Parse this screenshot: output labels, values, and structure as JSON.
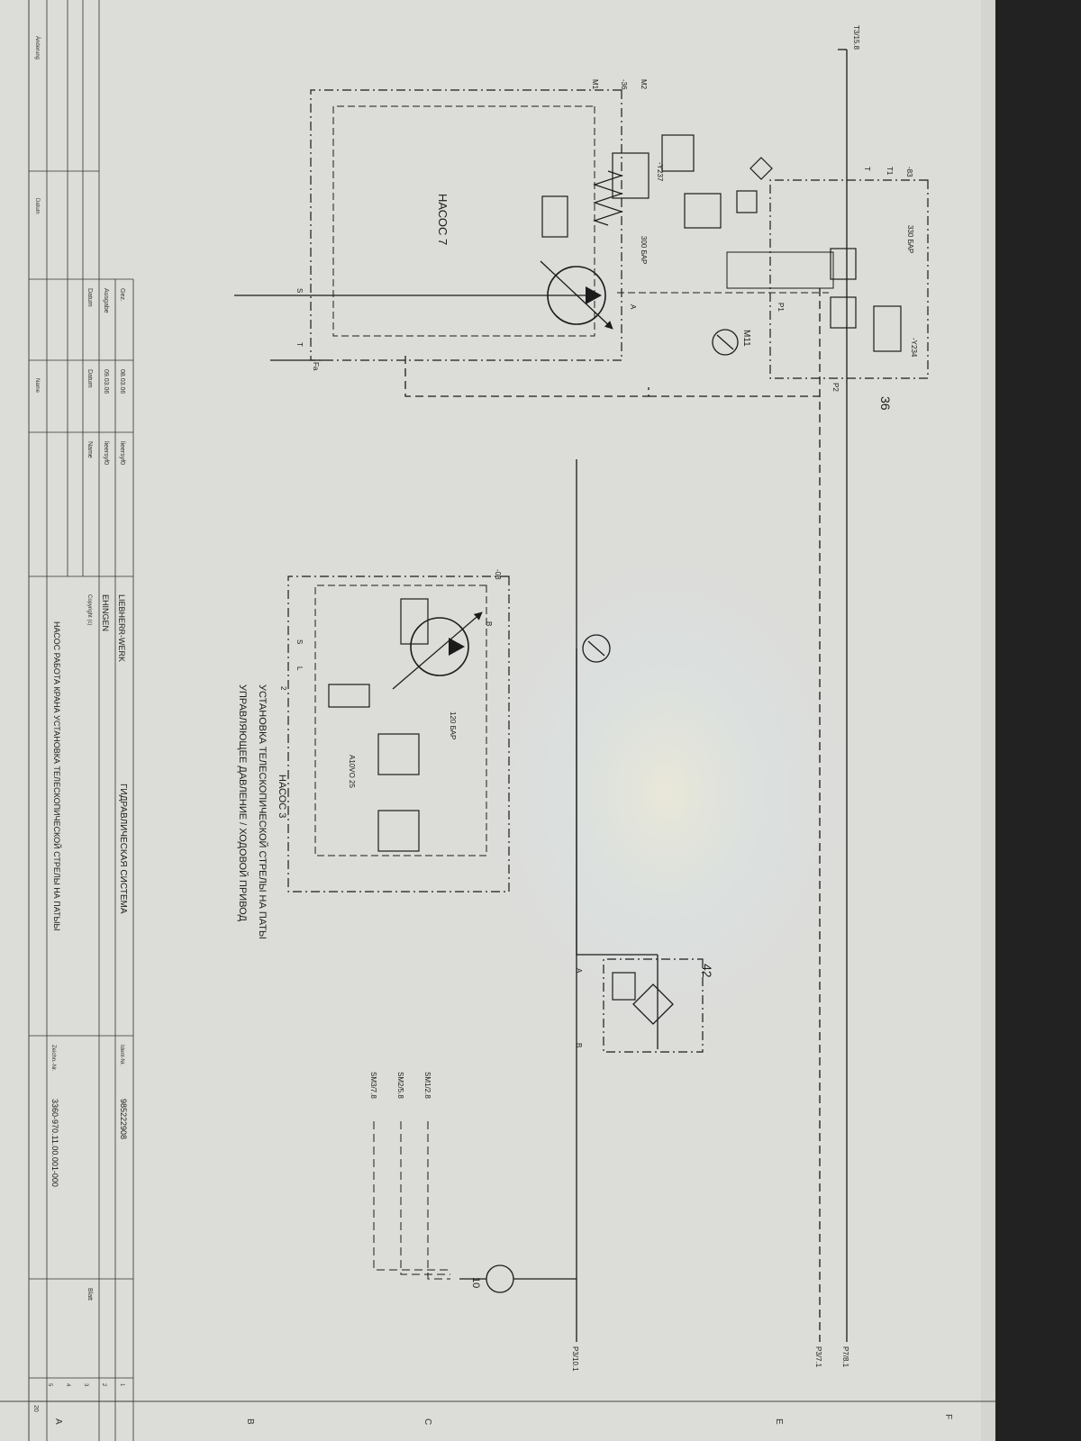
{
  "frame_zone_letters": [
    "A",
    "B",
    "C",
    "E",
    "F"
  ],
  "colors": {
    "paper": "#dcdcd8",
    "ink": "#1b1b1b",
    "bezel": "#222222"
  },
  "pump7": {
    "title": "НАСОС 7",
    "relief_label": "330 БАР",
    "valve_label": "-Y237",
    "gauge_port": "M2",
    "gauge_port_2": "M1",
    "setting_label": "-36",
    "spring_label": "300 БАР",
    "port_s": "S",
    "port_t": "T",
    "port_a": "A",
    "port_fa": "Fa"
  },
  "pressure_line_label": "P1",
  "gauge_m1_label": "M11",
  "module36": {
    "label": "36",
    "relief_label": "330 БАР",
    "valve_label": "-Y234",
    "port_t1": "T1",
    "port_t": "T",
    "port_p2": "P2",
    "detail_label": "-83"
  },
  "pump3": {
    "code": "-08",
    "port_b": "B",
    "port_s": "S",
    "port_l": "L",
    "port_2": "2",
    "valve_pressure": "120\nБАР",
    "note": "A10VO 25",
    "title_lines": [
      "НАСОС 3",
      "УСТАНОВКА ТЕЛЕСКОПИЧЕСКОЙ СТРЕЛЫ НА ПАТЫ",
      "УПРАВЛЯЮЩЕЕ ДАВЛЕНИЕ / ХОДОВОЙ ПРИВОД"
    ]
  },
  "filter42": {
    "label": "42",
    "port_a": "A",
    "port_b": "B"
  },
  "pump10_label": "10",
  "references": {
    "top_left": "T3/15.8",
    "p_right": "P7/8.1",
    "p_mid": "P3/7.1",
    "p_low": "P3/10.1",
    "sm1": "SM1/2.8",
    "sm2": "SM2/5.8",
    "sm3": "SM3/7.8"
  },
  "title_block": {
    "company_1": "LIEBHERR-WERK",
    "company_2": "EHINGEN",
    "rows": [
      {
        "label": "Gez.",
        "date": "08.03.06",
        "name": "lieersyf0"
      },
      {
        "label": "Ausgabe",
        "date": "09.03.06",
        "name": "lieersyf0"
      },
      {
        "label": "Datum",
        "date": "Datum",
        "name": "Name"
      }
    ],
    "bottom_cells": [
      "Änderung",
      "Datum",
      "Name"
    ],
    "copyright": "Copyright (c)",
    "system_title": "ГИДРАВЛИЧЕСКАЯ СИСТЕМА",
    "subtitle": "НАСОС РАБОТА КРАНА УСТАНОВКА ТЕЛЕСКОПИЧЕСКОЙ СТРЕЛЫ НА ПАТЫЫ",
    "ident_label": "Ident-Nr.",
    "ident": "985222908",
    "drawing_label": "Zeichn.-Nr.",
    "drawing_no": "3360-970.11.00.001-000",
    "sheet_label": "Blatt",
    "sheet_nums": [
      "1",
      "2",
      "3",
      "4",
      "5"
    ],
    "sheet_no": "20"
  }
}
